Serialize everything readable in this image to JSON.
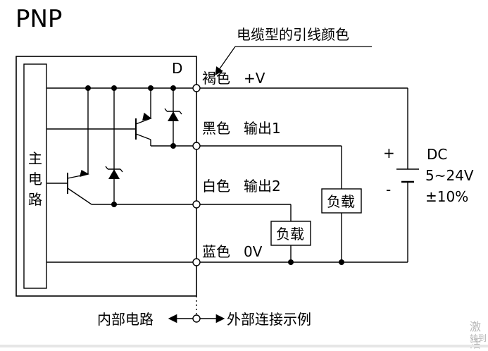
{
  "title": "PNP",
  "cable_caption": "电缆型的引线颜色",
  "block_label": "D",
  "main_circuit_label": [
    "主",
    "电",
    "路"
  ],
  "terminals": [
    {
      "color_name": "褐色",
      "signal": "+V"
    },
    {
      "color_name": "黑色",
      "signal": "输出1"
    },
    {
      "color_name": "白色",
      "signal": "输出2"
    },
    {
      "color_name": "蓝色",
      "signal": "0V"
    }
  ],
  "loads": [
    "负载",
    "负载"
  ],
  "supply": {
    "plus": "+",
    "minus": "-",
    "type": "DC",
    "range": "5~24V",
    "tolerance": "±10%"
  },
  "bottom": {
    "internal": "内部电路",
    "external": "外部连接示例"
  },
  "watermark": {
    "line1": "激活",
    "line2": "转到"
  }
}
